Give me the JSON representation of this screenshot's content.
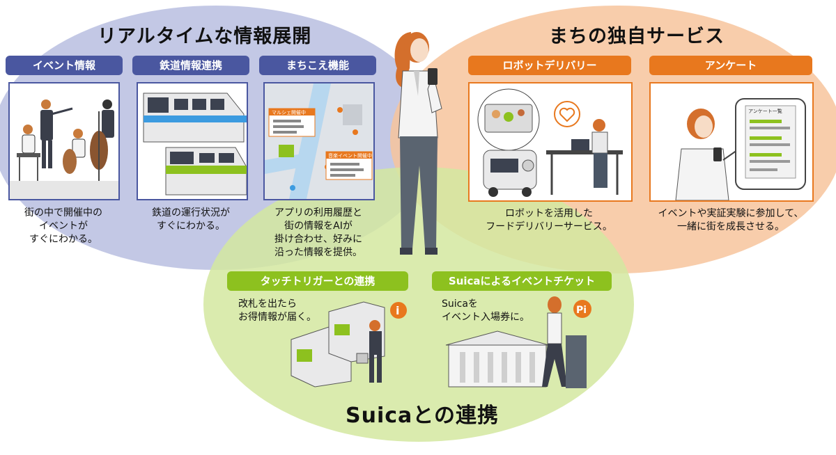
{
  "sections": {
    "realtime": {
      "title": "リアルタイムな情報展開",
      "cards": [
        {
          "label": "イベント情報",
          "caption": [
            "街の中で開催中の",
            "イベントが",
            "すぐにわかる。"
          ]
        },
        {
          "label": "鉄道情報連携",
          "caption": [
            "鉄道の運行状況が",
            "すぐにわかる。"
          ]
        },
        {
          "label": "まちこえ機能",
          "caption": [
            "アプリの利用履歴と",
            "街の情報をAIが",
            "掛け合わせ、好みに",
            "沿った情報を提供。"
          ]
        }
      ],
      "map_tags": [
        "マルシェ開催中",
        "音楽イベント開催中"
      ]
    },
    "services": {
      "title": "まちの独自サービス",
      "cards": [
        {
          "label": "ロボットデリバリー",
          "caption": [
            "ロボットを活用した",
            "フードデリバリーサービス。"
          ]
        },
        {
          "label": "アンケート",
          "caption": [
            "イベントや実証実験に参加して、",
            "一緒に街を成長させる。"
          ]
        }
      ],
      "survey_tag": "アンケート一覧"
    },
    "suica": {
      "title": "Suicaとの連携",
      "cards": [
        {
          "label": "タッチトリガーとの連携",
          "caption": [
            "改札を出たら",
            "お得情報が届く。"
          ]
        },
        {
          "label": "Suicaによるイベントチケット",
          "caption": [
            "Suicaを",
            "イベント入場券に。"
          ]
        }
      ],
      "info_badge": "i",
      "pi_badge": "Pi"
    }
  },
  "colors": {
    "blue": "#4a57a0",
    "blue_bg": "#c8cce6",
    "orange": "#e8781e",
    "orange_bg": "#f7c9a3",
    "green": "#8dc11f",
    "green_bg": "#d6e9a6"
  }
}
